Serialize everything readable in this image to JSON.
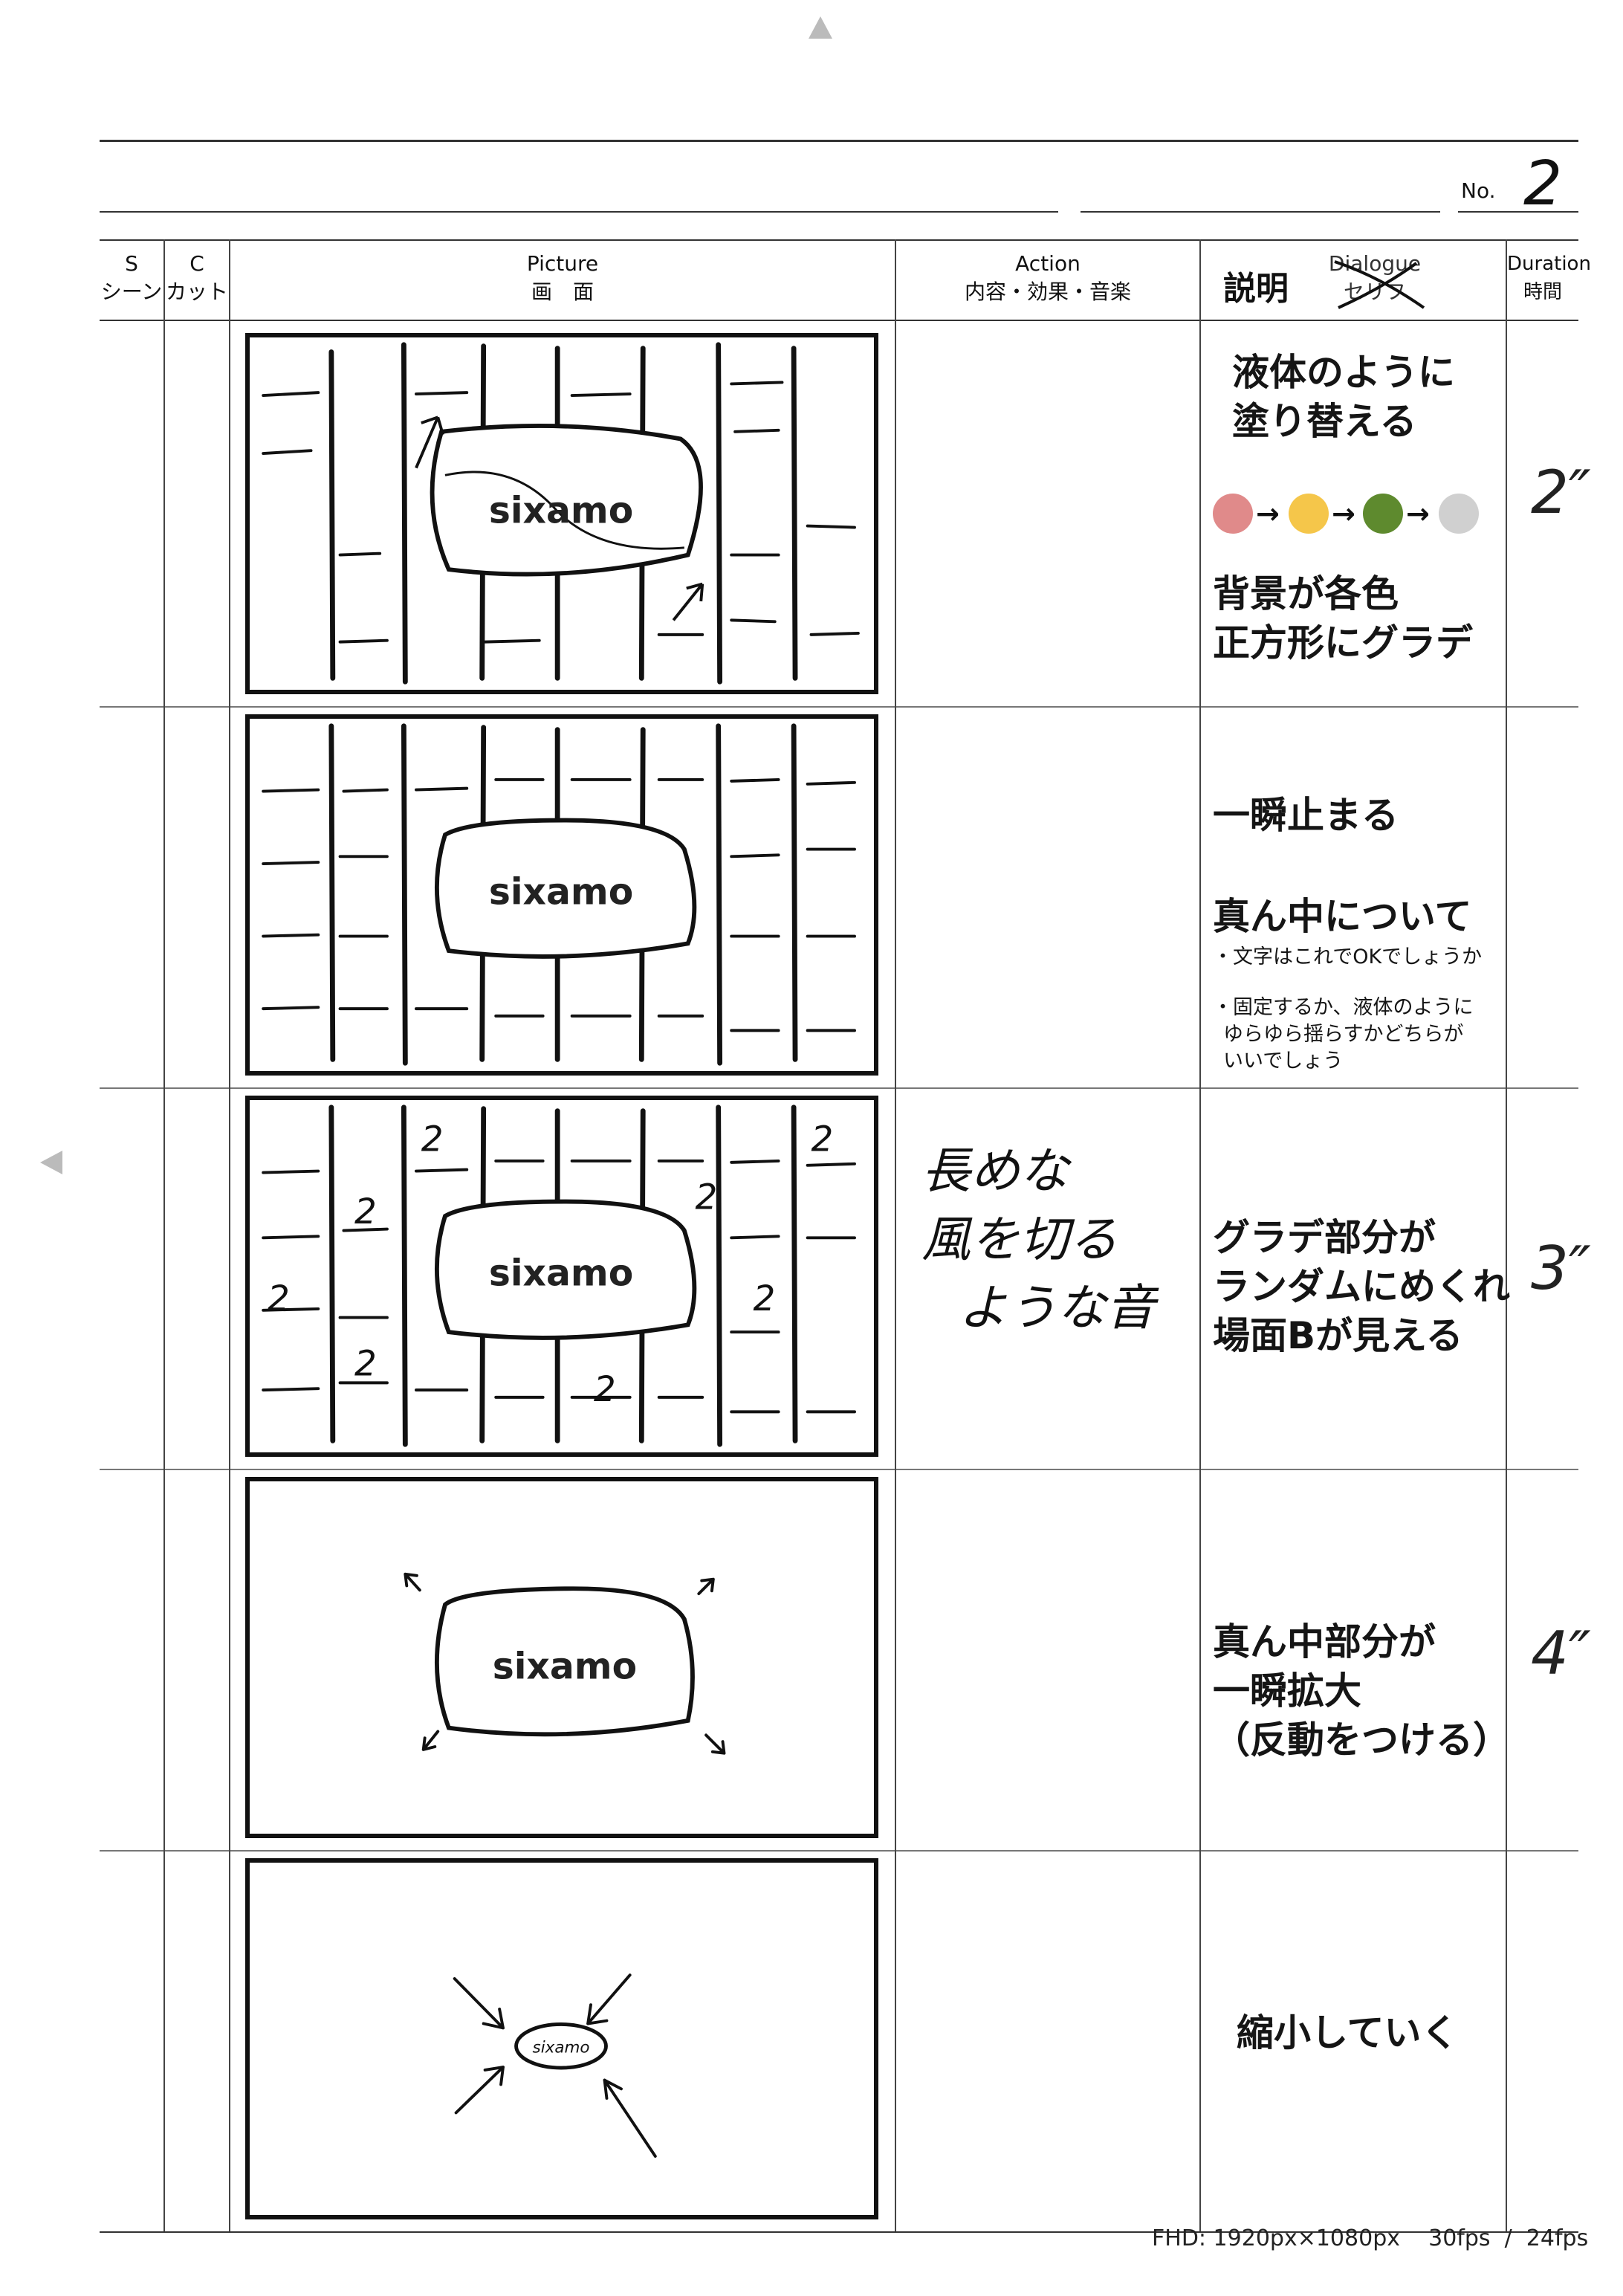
{
  "sheet": {
    "number_label": "No.",
    "number_value": "2",
    "footer": "FHD: 1920px×1080px    30fps  /  24fps"
  },
  "columns": {
    "scene": {
      "en": "S",
      "ja": "シーン"
    },
    "cut": {
      "en": "C",
      "ja": "カット"
    },
    "picture": {
      "en": "Picture",
      "ja": "画　面"
    },
    "action": {
      "en": "Action",
      "ja": "内容・効果・音楽"
    },
    "dialogue": {
      "replacement": "説明",
      "struck_en": "Dialogue",
      "struck_ja": "セリフ"
    },
    "duration": {
      "en": "Duration",
      "ja": "時間"
    }
  },
  "rows": [
    {
      "logo": "sixamo",
      "desc_lines": [
        "液体のように",
        "塗り替える"
      ],
      "desc2_lines": [
        "背景が各色",
        "正方形にグラデ"
      ],
      "color_dots": [
        "#e08a8a",
        "#f5c64a",
        "#5e8a2e",
        "#d0d0d0"
      ],
      "duration": "2″"
    },
    {
      "logo": "sixamo",
      "desc_lines": [
        "一瞬止まる"
      ],
      "desc2_lines": [
        "真ん中について"
      ],
      "notes": [
        "・文字はこれでOKでしょうか",
        "・固定するか、液体のように",
        "ゆらゆら揺らすかどちらが",
        "いいでしょう"
      ]
    },
    {
      "logo": "sixamo",
      "action_lines": [
        "長めな",
        "風を切る",
        "ような音"
      ],
      "desc_lines": [
        "グラデ部分が",
        "ランダムにめくれ",
        "場面Bが見える"
      ],
      "duration": "3″"
    },
    {
      "logo": "sixamo",
      "desc_lines": [
        "真ん中部分が",
        "一瞬拡大",
        "（反動をつける）"
      ],
      "duration": "4″"
    },
    {
      "logo": "sixamo",
      "desc_lines": [
        "縮小していく"
      ]
    }
  ]
}
